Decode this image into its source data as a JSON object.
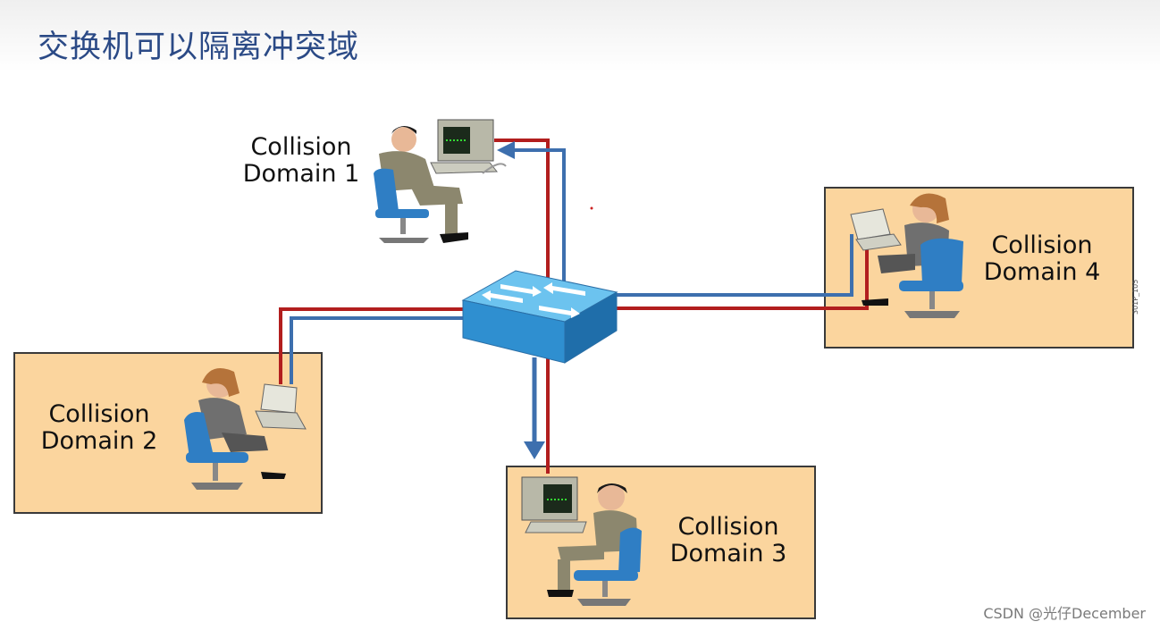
{
  "title": "交换机可以隔离冲突域",
  "domains": [
    {
      "id": "1",
      "line1": "Collision",
      "line2": "Domain 1"
    },
    {
      "id": "2",
      "line1": "Collision",
      "line2": "Domain 2"
    },
    {
      "id": "3",
      "line1": "Collision",
      "line2": "Domain 3"
    },
    {
      "id": "4",
      "line1": "Collision",
      "line2": "Domain 4"
    }
  ],
  "side_code": "301P_105",
  "watermark": "CSDN @光仔December",
  "colors": {
    "title": "#2b4a86",
    "domain_box": "#fbd59e",
    "red_link": "#b21e1e",
    "blue_link": "#3d6fae",
    "switch": "#2f8fd0"
  }
}
